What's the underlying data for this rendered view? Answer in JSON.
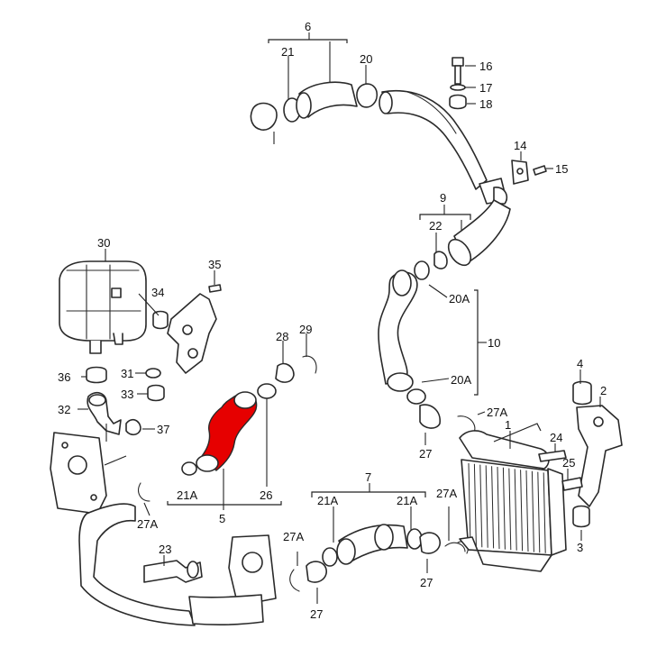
{
  "highlight_color": "#e60000",
  "labels": {
    "l6": "6",
    "l21a": "21",
    "l20a": "20",
    "l16": "16",
    "l17": "17",
    "l18": "18",
    "l14": "14",
    "l15": "15",
    "l9": "9",
    "l22": "22",
    "l20A_1": "20A",
    "l10": "10",
    "l20A_2": "20A",
    "l27A_1": "27A",
    "l27_1": "27",
    "l30": "30",
    "l35": "35",
    "l34": "34",
    "l36": "36",
    "l31": "31",
    "l33": "33",
    "l32": "32",
    "l37": "37",
    "l28": "28",
    "l29": "29",
    "l4": "4",
    "l2": "2",
    "l1": "1",
    "l24": "24",
    "l25": "25",
    "l3": "3",
    "l21A_1": "21A",
    "l26": "26",
    "l5": "5",
    "l27A_2": "27A",
    "l7": "7",
    "l21A_2": "21A",
    "l21A_3": "21A",
    "l27A_3": "27A",
    "l27A_4": "27A",
    "l23": "23",
    "l27_2": "27",
    "l27_3": "27"
  }
}
